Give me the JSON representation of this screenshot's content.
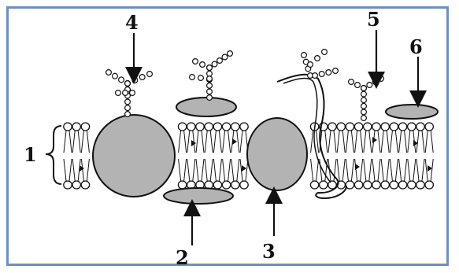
{
  "labels": {
    "l1": "1",
    "l2": "2",
    "l3": "3",
    "l4": "4",
    "l5": "5",
    "l6": "6"
  },
  "colors": {
    "protein_fill": "#b3b3b3",
    "outline": "#111111",
    "frame": "#6f8fbf"
  }
}
